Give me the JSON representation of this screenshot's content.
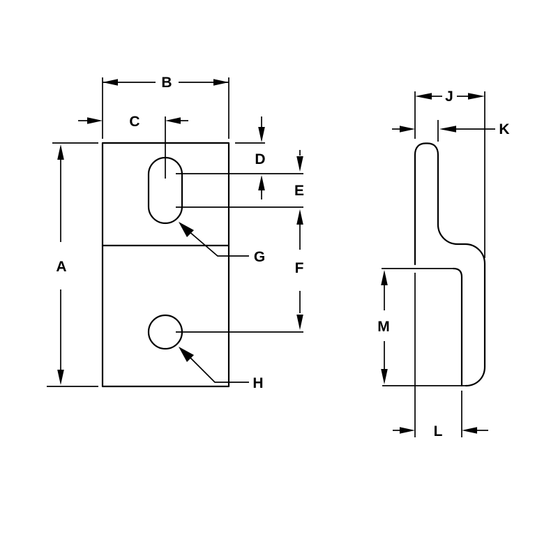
{
  "drawing": {
    "type": "technical-dimension-diagram",
    "part": "z-bracket-with-slot-and-hole",
    "colors": {
      "line": "#000000",
      "background": "#ffffff"
    }
  },
  "labels": {
    "a": "A",
    "b": "B",
    "c": "C",
    "d": "D",
    "e": "E",
    "f": "F",
    "g": "G",
    "h": "H",
    "j": "J",
    "k": "K",
    "l": "L",
    "m": "M"
  }
}
